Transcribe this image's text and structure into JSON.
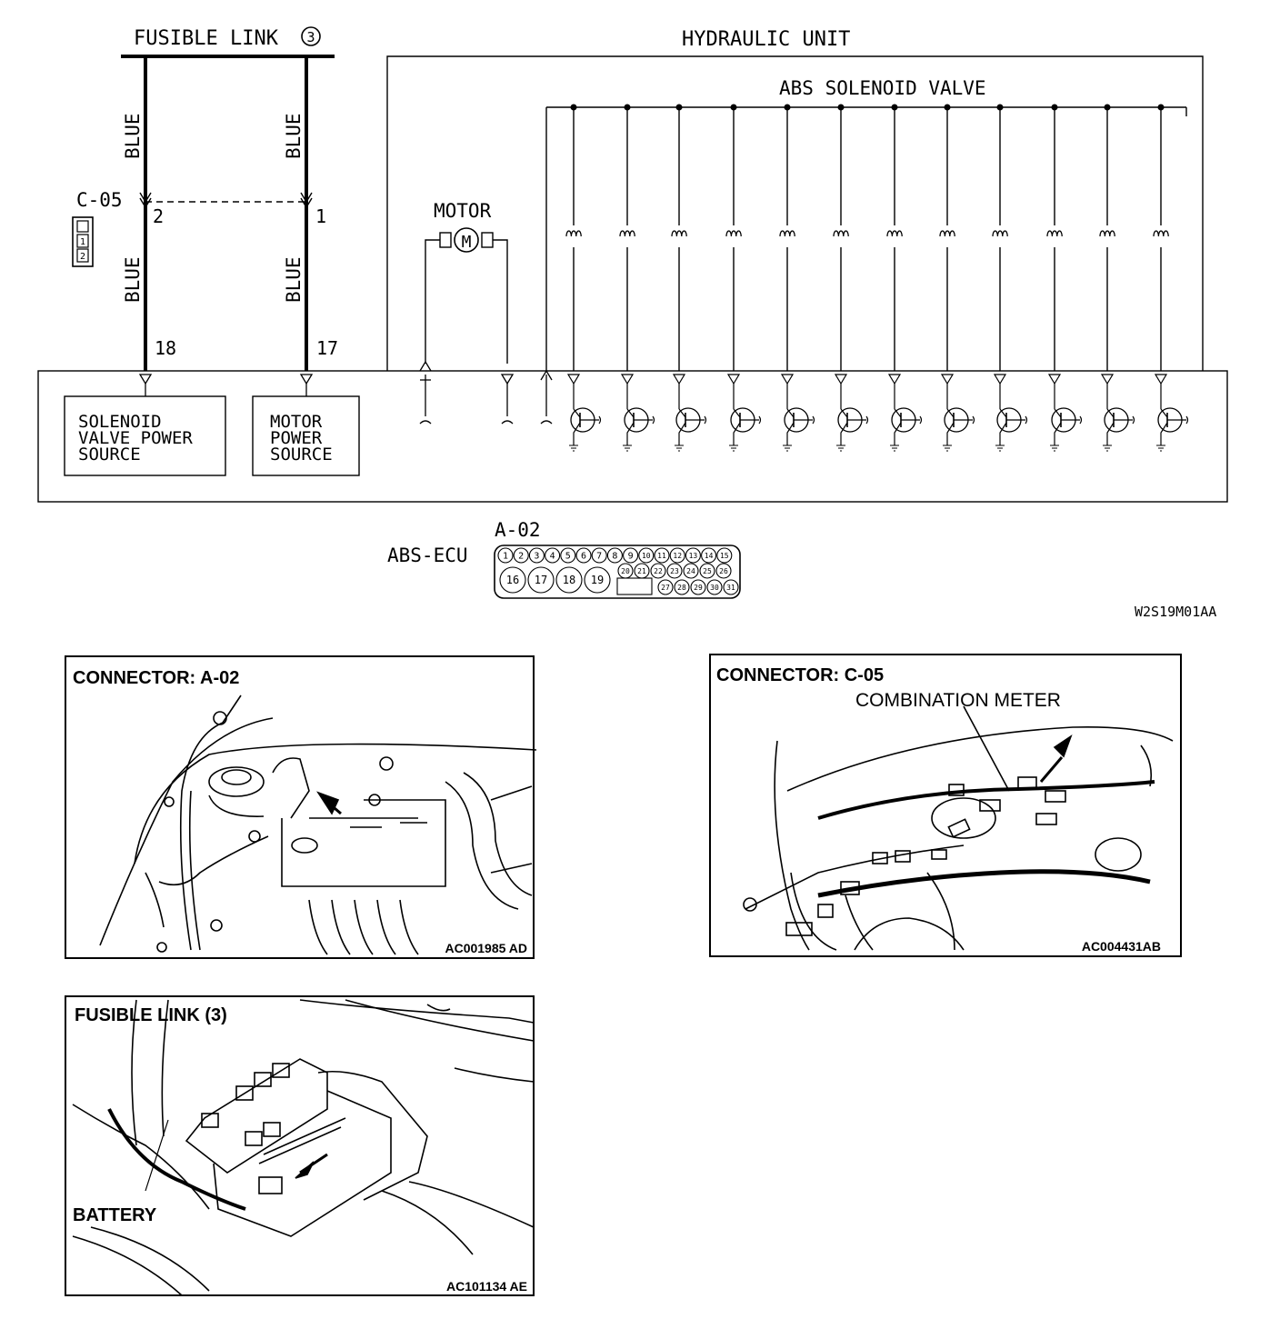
{
  "schematic": {
    "fusible_link_label": "FUSIBLE LINK",
    "fusible_link_number": "3",
    "hydraulic_unit_label": "HYDRAULIC UNIT",
    "solenoid_valve_label": "ABS SOLENOID VALVE",
    "motor_label": "MOTOR",
    "motor_symbol": "M",
    "wire_color": "BLUE",
    "connector_c05": "C-05",
    "c05_pin_left": "2",
    "c05_pin_right": "1",
    "c05_pins": [
      "1",
      "2"
    ],
    "ecu_pin_left": "18",
    "ecu_pin_right": "17",
    "solenoid_power_source": [
      "SOLENOID",
      "VALVE POWER",
      "SOURCE"
    ],
    "motor_power_source": [
      "MOTOR",
      "POWER",
      "SOURCE"
    ],
    "connector_a02": "A-02",
    "abs_ecu_label": "ABS-ECU",
    "a02_top_row": [
      "1",
      "2",
      "3",
      "4",
      "5",
      "6",
      "7",
      "8",
      "9",
      "10",
      "11",
      "12",
      "13",
      "14",
      "15"
    ],
    "a02_big_pins": [
      "16",
      "17",
      "18",
      "19"
    ],
    "a02_mid_row": [
      "20",
      "21",
      "22",
      "23",
      "24",
      "25",
      "26"
    ],
    "a02_bottom_row": [
      "27",
      "28",
      "29",
      "30",
      "31"
    ],
    "figure_code": "W2S19M01AA"
  },
  "panels": {
    "a02": {
      "title": "CONNECTOR: A-02",
      "code": "AC001985 AD"
    },
    "c05": {
      "title": "CONNECTOR: C-05",
      "callout": "COMBINATION METER",
      "code": "AC004431AB"
    },
    "fusible": {
      "title": "FUSIBLE LINK (3)",
      "callout": "BATTERY",
      "code": "AC101134 AE"
    }
  }
}
